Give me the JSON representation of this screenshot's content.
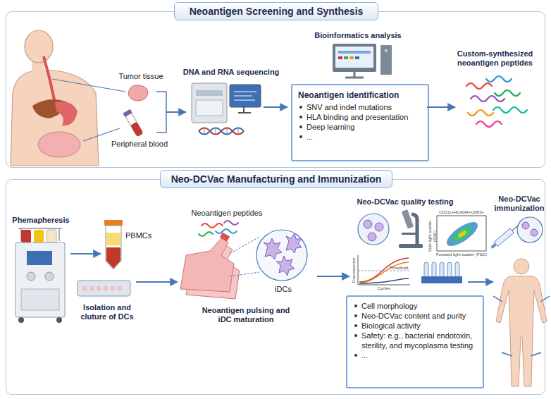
{
  "diagram": {
    "nodes": [
      {
        "text": [
          "Neoantigen Screening and Synthesis"
        ]
      },
      {
        "text": [
          "Neoantigen identification",
          "SNV and indel mutations",
          "HLA binding and presentation",
          "Deep learning",
          "..."
        ],
        "in": 0
      },
      {
        "text": [
          "Neo-DCVac Manufacturing and Immunization"
        ]
      },
      {
        "text": [
          "Cell morphology",
          "Neo-DCVac content and purity",
          "Biological activity",
          "Safety: e.g., bacterial endotoxin, sterility, and mycoplasma testing",
          "..."
        ],
        "in": 2
      }
    ],
    "labels": [
      "Tumor tissue",
      "Peripheral blood",
      "DNA and RNA sequencing",
      "Bioinformatics analysis",
      "Custom-synthesized neoantigen peptides",
      "Phemapheresis",
      "PBMCs",
      "Isolation and cluture of DCs",
      "Neoantigen peptides",
      "iDCs",
      "Neoantigen pulsing and iDC maturation",
      "Neo-DCVac quality testing",
      "Neo-DCVac immunization",
      "CD11c+HLADR+CD83+",
      "Side light scatter (SSC)",
      "Forward light scatter (FSC)",
      "Fluorescence",
      "Cycles",
      "Threshold"
    ]
  }
}
